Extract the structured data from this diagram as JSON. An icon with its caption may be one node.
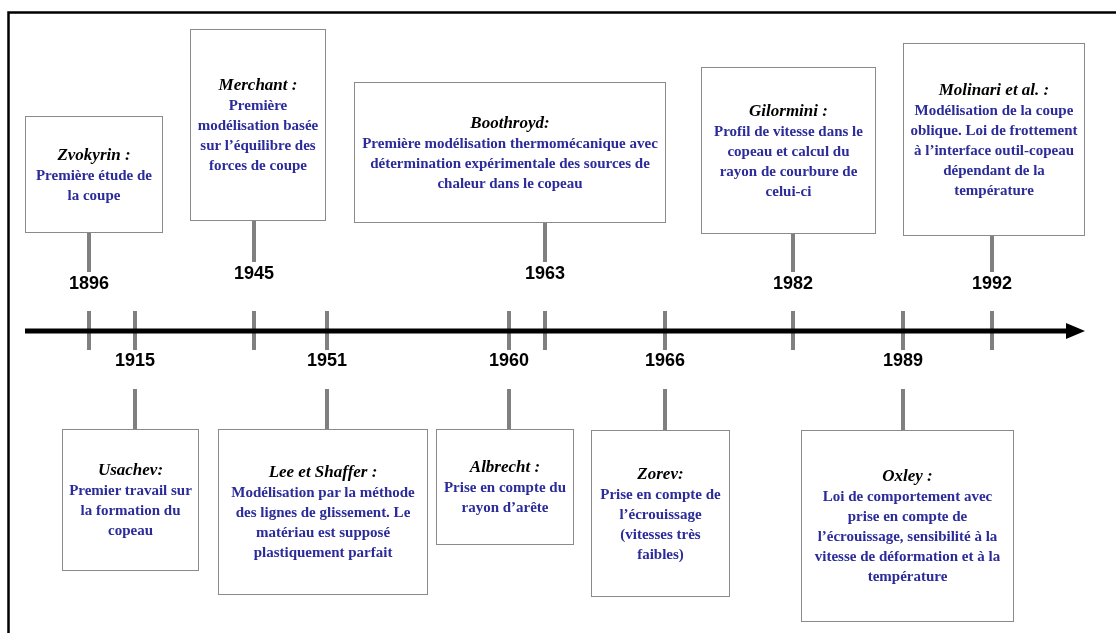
{
  "diagram": {
    "nodes": [
      {
        "text": [
          "Zvokyrin :",
          "Première étude de la coupe"
        ],
        "beside": [
          "1896"
        ]
      },
      {
        "text": [
          "Usachev:",
          "Premier travail sur la formation du copeau"
        ],
        "beside": [
          "1915"
        ]
      },
      {
        "text": [
          "Merchant :",
          "Première modélisation basée sur l’équilibre des forces de coupe"
        ],
        "beside": [
          "1945"
        ]
      },
      {
        "text": [
          "Lee et Shaffer :",
          "Modélisation par la méthode des lignes de glissement. Le matériau est supposé plastiquement parfait"
        ],
        "beside": [
          "1951"
        ]
      },
      {
        "text": [
          "Albrecht :",
          "Prise en compte du rayon d’arête"
        ],
        "beside": [
          "1960"
        ]
      },
      {
        "text": [
          "Boothroyd:",
          "Première modélisation thermomécanique avec détermination expérimentale des sources de chaleur dans le copeau"
        ],
        "beside": [
          "1963"
        ]
      },
      {
        "text": [
          "Zorev:",
          "Prise en compte de l’écrouissage (vitesses très faibles)"
        ],
        "beside": [
          "1966"
        ]
      },
      {
        "text": [
          "Gilormini :",
          "Profil de vitesse dans le copeau et calcul du rayon de courbure de celui-ci"
        ],
        "beside": [
          "1982"
        ]
      },
      {
        "text": [
          "Oxley :",
          "Loi de comportement avec prise en compte de l’écrouissage, sensibilité à la vitesse de déformation et à la température"
        ],
        "beside": [
          "1989"
        ]
      },
      {
        "text": [
          "Molinari et al. :",
          "Modélisation de la coupe oblique. Loi de frottement à l’interface outil-copeau dépendant de la température"
        ],
        "beside": [
          "1992"
        ]
      }
    ]
  }
}
